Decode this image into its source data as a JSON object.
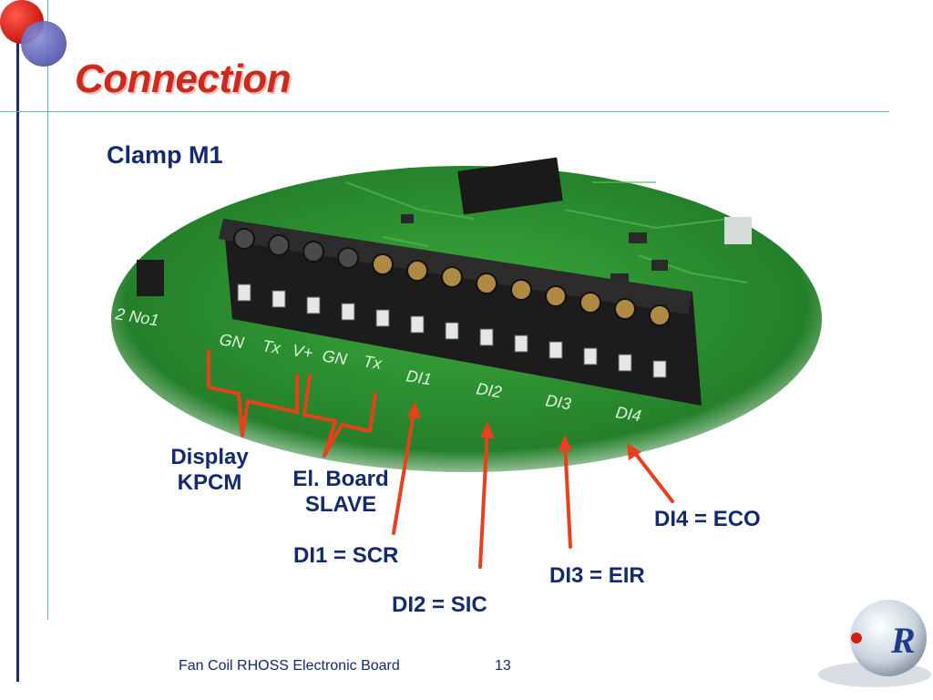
{
  "slide": {
    "title": "Connection",
    "subtitle": "Clamp M1",
    "photo_labels": [
      "GN",
      "Tx",
      "V+",
      "GN",
      "Tx",
      "DI1",
      "DI2",
      "DI3",
      "DI4",
      "2 No1"
    ],
    "labels": {
      "display_line1": "Display",
      "display_line2": "KPCM",
      "board_line1": "El. Board",
      "board_line2": "SLAVE",
      "di1": "DI1 = SCR",
      "di2": "DI2 = SIC",
      "di3": "DI3 = EIR",
      "di4": "DI4 = ECO"
    },
    "footer": {
      "text": "Fan Coil RHOSS Electronic Board",
      "page": "13"
    },
    "logo_letter": "R"
  },
  "colors": {
    "title": "#cc2a1e",
    "text": "#142a6e",
    "arrow": "#e8401c",
    "board": "#2f8d2c",
    "terminal": "#1c1c1c"
  }
}
